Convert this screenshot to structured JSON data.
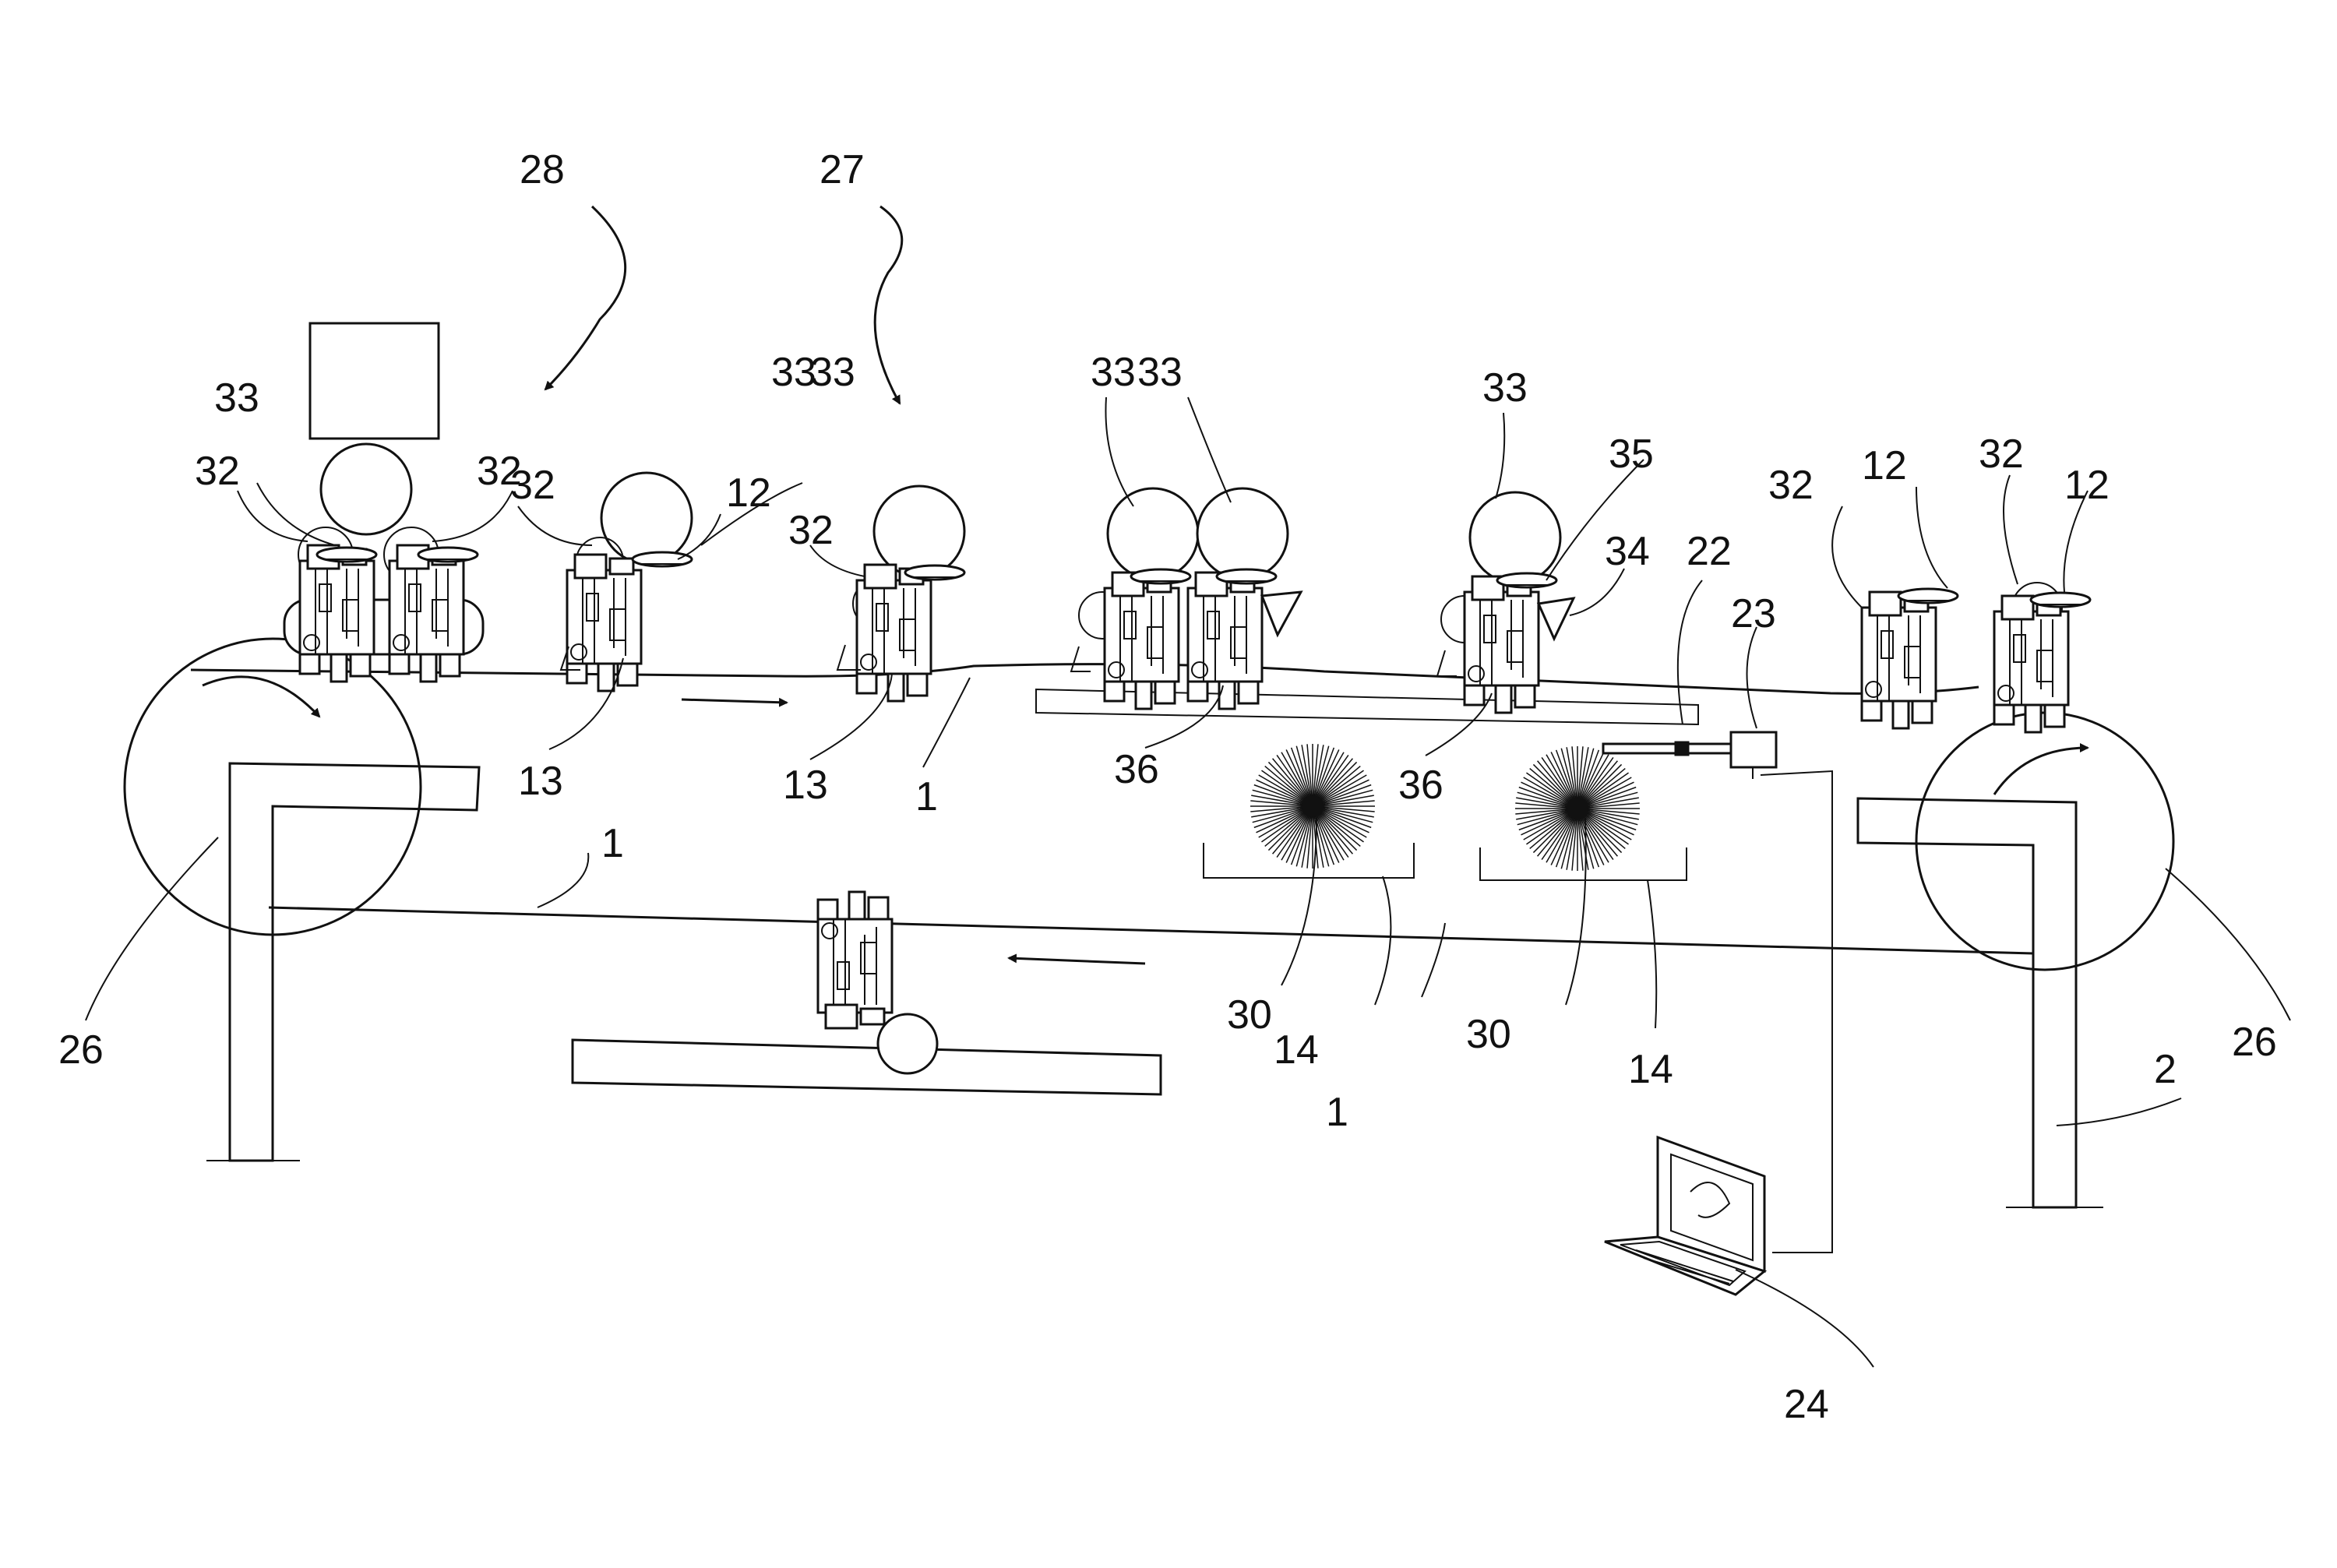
{
  "labels": {
    "n1": "1",
    "n2": "2",
    "n12": "12",
    "n13": "13",
    "n14": "14",
    "n22": "22",
    "n23": "23",
    "n24": "24",
    "n26": "26",
    "n27": "27",
    "n28": "28",
    "n30": "30",
    "n32": "32",
    "n33": "33",
    "n34": "34",
    "n35": "35",
    "n36": "36"
  },
  "colors": {
    "ink": "#111111",
    "paper": "#ffffff"
  }
}
